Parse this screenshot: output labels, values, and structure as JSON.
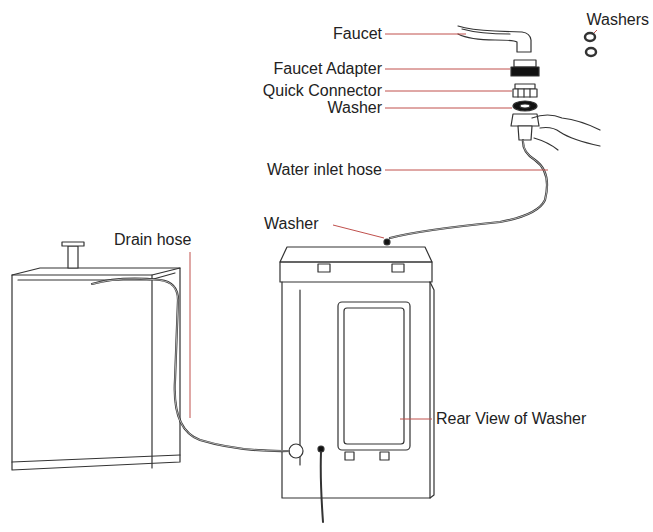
{
  "diagram": {
    "labels": [
      "Faucet",
      "Washers",
      "Faucet Adapter",
      "Quick Connector",
      "Washer",
      "Water inlet hose",
      "Washer",
      "Drain hose",
      "Rear View of Washer"
    ]
  }
}
